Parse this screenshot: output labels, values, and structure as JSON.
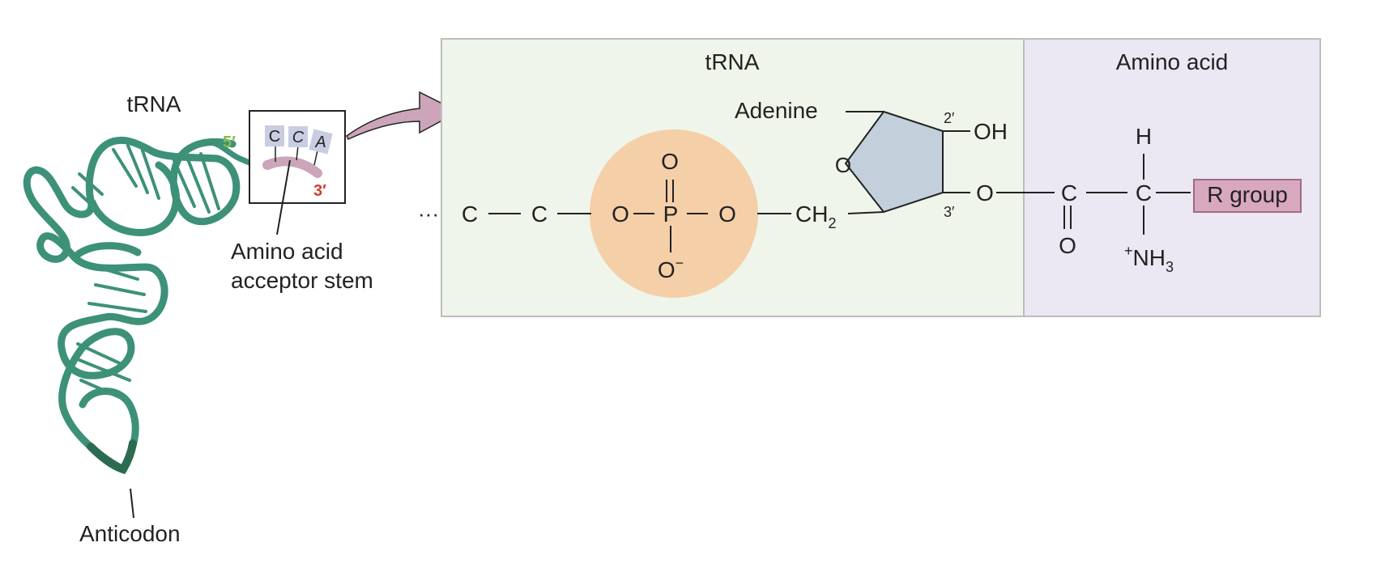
{
  "trna_figure": {
    "title": "tRNA",
    "five_prime": "5′",
    "three_prime": "3′",
    "cca_bases": [
      "C",
      "C",
      "A"
    ],
    "acceptor_label_line1": "Amino acid",
    "acceptor_label_line2": "acceptor stem",
    "anticodon_label": "Anticodon"
  },
  "panels": {
    "trna_header": "tRNA",
    "amino_acid_header": "Amino acid"
  },
  "chemistry": {
    "chain_dots": "···",
    "c1": "C",
    "c2": "C",
    "phosphate_o_left": "O",
    "phosphorus": "P",
    "phosphate_o_right": "O",
    "phosphate_o_top": "O",
    "phosphate_o_bottom": "O",
    "phosphate_charge": "−",
    "ch2_main": "CH",
    "ch2_sub": "2",
    "ring_oxygen": "O",
    "adenine_label": "Adenine",
    "pos_2prime": "2′",
    "pos_3prime": "3′",
    "oh": "OH",
    "ester_o": "O",
    "carbonyl_c": "C",
    "carbonyl_o": "O",
    "alpha_c": "C",
    "alpha_h": "H",
    "r_group": "R group",
    "amine_charge": "+",
    "amine_main": "NH",
    "amine_sub": "3"
  },
  "colors": {
    "trna_strand": "#3d9178",
    "trna_panel_bg": "#eff5ea",
    "amino_panel_bg": "#ebe7f3",
    "panel_border": "#bdbdbd",
    "phosphate_fill": "#f4cfa8",
    "ribose_fill": "#c3cfdb",
    "r_group_fill": "#d8a8bf",
    "arrow_fill": "#cca5ba",
    "five_prime_color": "#86b94d",
    "three_prime_color": "#cc4030"
  }
}
